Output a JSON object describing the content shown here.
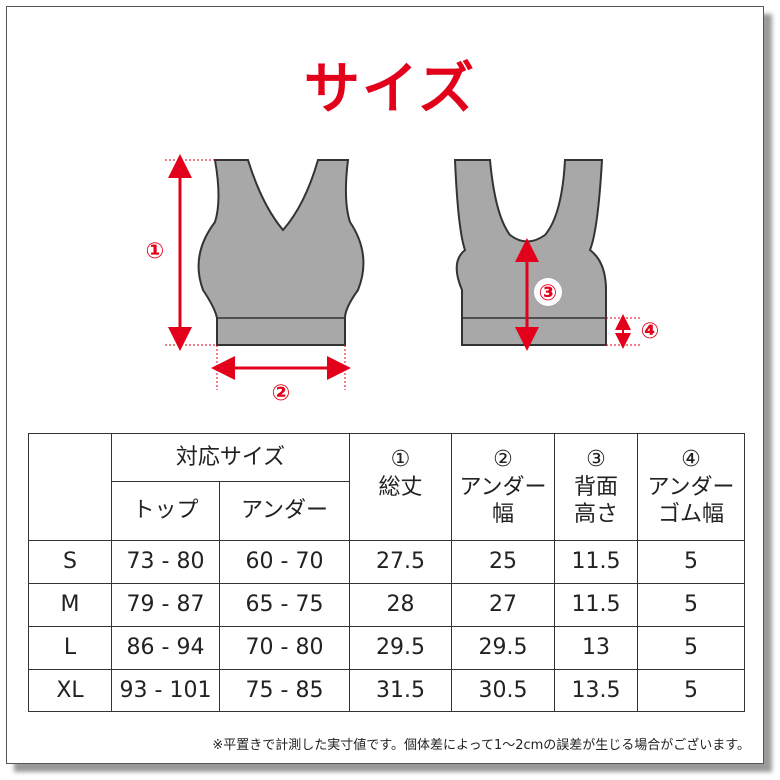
{
  "title": "サイズ",
  "diagram": {
    "labels": [
      "①",
      "②",
      "③",
      "④"
    ],
    "accent_color": "#e2001a",
    "garment_color": "#a8a8a8"
  },
  "table": {
    "header": {
      "size_group": "対応サイズ",
      "top": "トップ",
      "under": "アンダー",
      "col1_num": "①",
      "col1": "総丈",
      "col2_num": "②",
      "col2a": "アンダー",
      "col2b": "幅",
      "col3_num": "③",
      "col3a": "背面",
      "col3b": "高さ",
      "col4_num": "④",
      "col4a": "アンダー",
      "col4b": "ゴム幅"
    },
    "rows": [
      {
        "size": "S",
        "top": "73 - 80",
        "under": "60 - 70",
        "length": "27.5",
        "under_width": "25",
        "back_height": "11.5",
        "band_width": "5"
      },
      {
        "size": "M",
        "top": "79 - 87",
        "under": "65 - 75",
        "length": "28",
        "under_width": "27",
        "back_height": "11.5",
        "band_width": "5"
      },
      {
        "size": "L",
        "top": "86 - 94",
        "under": "70 - 80",
        "length": "29.5",
        "under_width": "29.5",
        "back_height": "13",
        "band_width": "5"
      },
      {
        "size": "XL",
        "top": "93 - 101",
        "under": "75 - 85",
        "length": "31.5",
        "under_width": "30.5",
        "back_height": "13.5",
        "band_width": "5"
      }
    ]
  },
  "note": "※平置きで計測した実寸値です。個体差によって1～2cmの誤差が生じる場合がございます。"
}
